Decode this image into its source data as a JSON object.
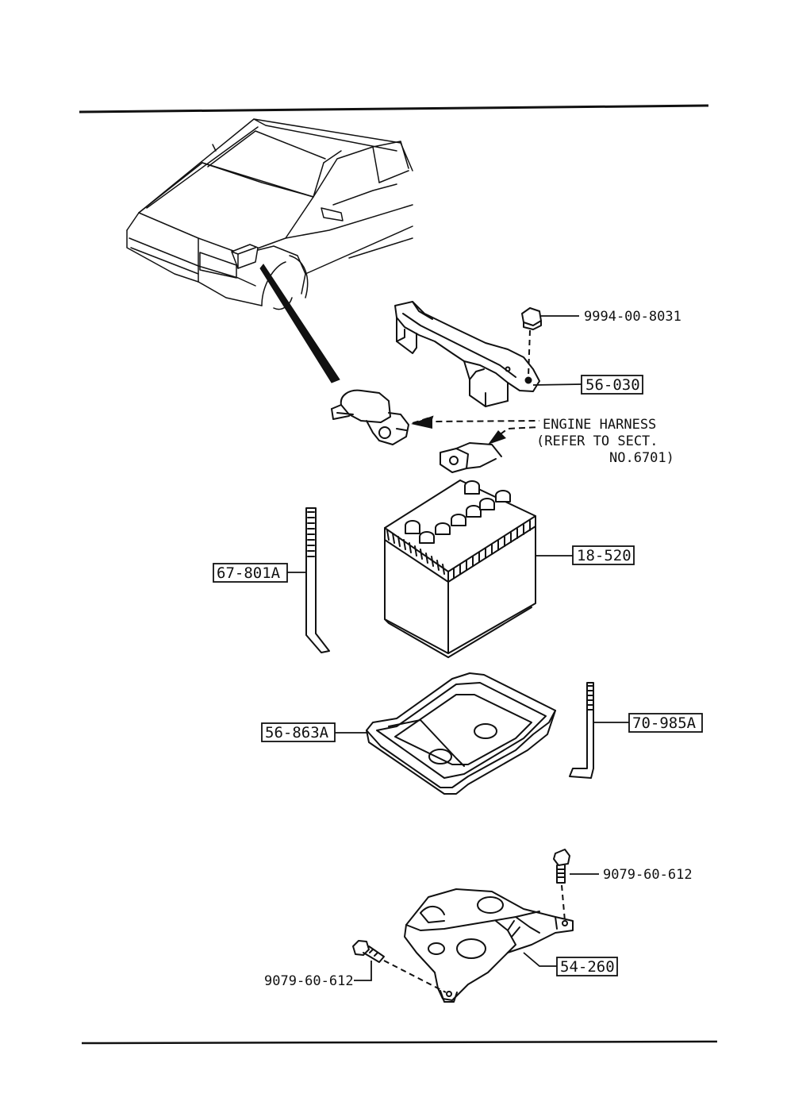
{
  "labels": {
    "nut_part": "9994-00-8031",
    "bracket_part": "56-030",
    "engine_harness_line1": "ENGINE HARNESS",
    "engine_harness_line2": "(REFER TO SECT.",
    "engine_harness_line3": "NO.6701)",
    "rod_left_part": "67-801A",
    "battery_part": "18-520",
    "tray_part": "56-863A",
    "rod_right_part": "70-985A",
    "bolt_right_part": "9079-60-612",
    "base_part": "54-260",
    "bolt_left_part": "9079-60-612"
  }
}
